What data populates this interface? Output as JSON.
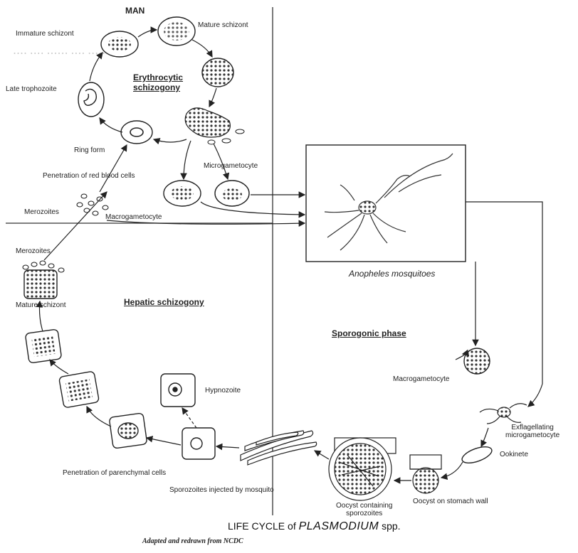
{
  "header": {
    "man": "MAN"
  },
  "sections": {
    "erythrocytic": [
      "Erythrocytic",
      "schizogony"
    ],
    "hepatic": "Hepatic schizogony",
    "sporogonic": "Sporogonic phase"
  },
  "labels": {
    "immature_schizont": "Immature schizont",
    "mature_schizont_top": "Mature schizont",
    "late_trophozoite": "Late trophozoite",
    "ring_form": "Ring form",
    "penetration_rbc": "Penetration of red blood cells",
    "microgametocyte": "Microgametocyte",
    "merozoites_1": "Merozoites",
    "macrogametocyte": "Macrogametocyte",
    "merozoites_2": "Merozoites",
    "mature_schizont_liver": "Mature schizont",
    "hypnozoite": "Hypnozoite",
    "penetration_parenchymal": "Penetration of parenchymal cells",
    "sporozoites_injected": "Sporozoites injected by mosquito",
    "anopheles": "Anopheles mosquitoes",
    "macrogametocyte_right": "Macrogametocyte",
    "exflagellating": [
      "Exflagellating",
      "microgametocyte"
    ],
    "ookinete": "Ookinete",
    "oocyst_stomach": "Oocyst on stomach wall",
    "oocyst_containing": [
      "Oocyst containing",
      "sporozoites"
    ]
  },
  "title": {
    "prefix": "LIFE CYCLE of",
    "genus": "PLASMODIUM",
    "suffix": "spp."
  },
  "credit": "Adapted and redrawn from NCDC",
  "colors": {
    "ink": "#222222",
    "ghost_text": "#c9c9c9",
    "background": "#ffffff"
  }
}
